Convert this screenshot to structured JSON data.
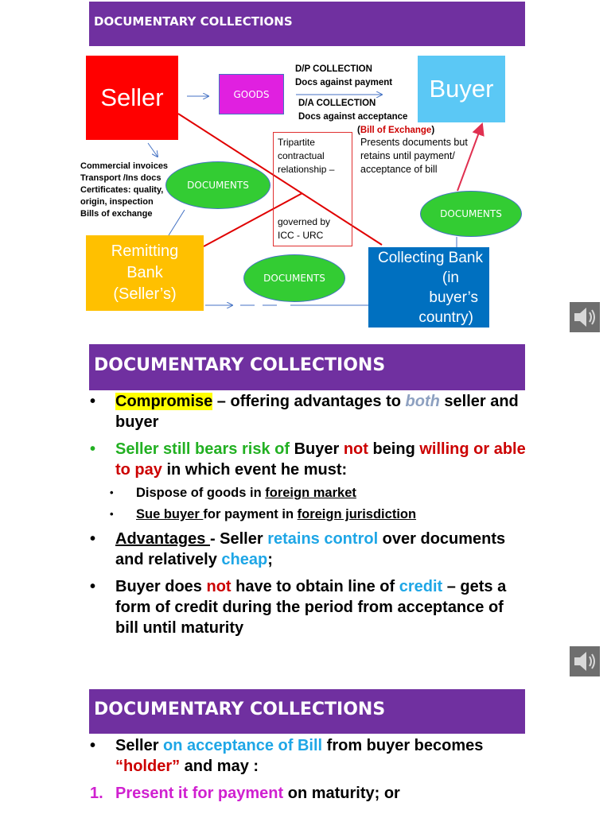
{
  "slide1": {
    "title": "DOCUMENTARY COLLECTIONS",
    "seller": "Seller",
    "goods": "GOODS",
    "buyer": "Buyer",
    "dp_line1": "D/P COLLECTION",
    "dp_line2": "Docs against payment",
    "da_line1": "D/A COLLECTION",
    "da_line2": "Docs against acceptance",
    "bill_open": "(",
    "bill": "Bill of Exchange",
    "bill_close": ")",
    "documents_1": "DOCUMENTS",
    "documents_2": "DOCUMENTS",
    "documents_3": "DOCUMENTS",
    "docs_list": [
      "Commercial invoices",
      "Transport /Ins docs",
      "Certificates: quality,",
      "origin, inspection",
      "Bills of exchange"
    ],
    "tri_line1": "Tripartite",
    "tri_line2": "contractual",
    "tri_line3": "relationship –",
    "tri_line4": "governed by",
    "tri_line5": "ICC - URC",
    "presents_1": "Presents documents but",
    "presents_2": "retains until payment/",
    "presents_3": "acceptance of bill",
    "remitting_1": "Remitting",
    "remitting_2": "Bank",
    "remitting_3": "(Seller’s)",
    "collecting_1": "Collecting Bank",
    "collecting_2": "(in",
    "collecting_3": "buyer’s",
    "collecting_4": "country)"
  },
  "slide2": {
    "title": "DOCUMENTARY COLLECTIONS",
    "b1_a": "Compromise",
    "b1_b": " – offering advantages to ",
    "b1_c": "both",
    "b1_d": " seller and buyer",
    "b2_a": "Seller still bears risk of ",
    "b2_b": "Buyer ",
    "b2_c": "not",
    "b2_d": " being ",
    "b2_e": "willing or able to pay",
    "b2_f": " in which event he must:",
    "s1_a": "Dispose of goods in ",
    "s1_b": "foreign market",
    "s2_a": "Sue buyer ",
    "s2_b": "for payment in ",
    "s2_c": "foreign jurisdiction",
    "b3_a": "Advantages ",
    "b3_b": " - Seller ",
    "b3_c": "retains control",
    "b3_d": " over documents and relatively ",
    "b3_e": "cheap",
    "b3_f": ";",
    "b4_a": "Buyer does ",
    "b4_b": "not",
    "b4_c": " have to obtain line of ",
    "b4_d": "credit",
    "b4_e": " – gets a form of credit during the period from acceptance of bill until maturity"
  },
  "slide3": {
    "title": "DOCUMENTARY COLLECTIONS",
    "b1_a": "Seller ",
    "b1_b": "on acceptance of Bill",
    "b1_c": " from buyer becomes ",
    "b1_d": "“holder”",
    "b1_e": " and may :",
    "n1_num": "1.",
    "n1_a": "Present it for payment",
    "n1_b": " on maturity; or"
  },
  "bullet_char": "•",
  "sub_bullet_char": "•",
  "icons": {
    "speaker": "speaker-icon"
  },
  "colors": {
    "title_bar": "#7030a0",
    "seller": "#ff0000",
    "buyer": "#5bc8f5",
    "goods": "#e020e0",
    "remitting": "#ffc000",
    "collecting": "#0070c0",
    "documents": "#33cc33"
  }
}
